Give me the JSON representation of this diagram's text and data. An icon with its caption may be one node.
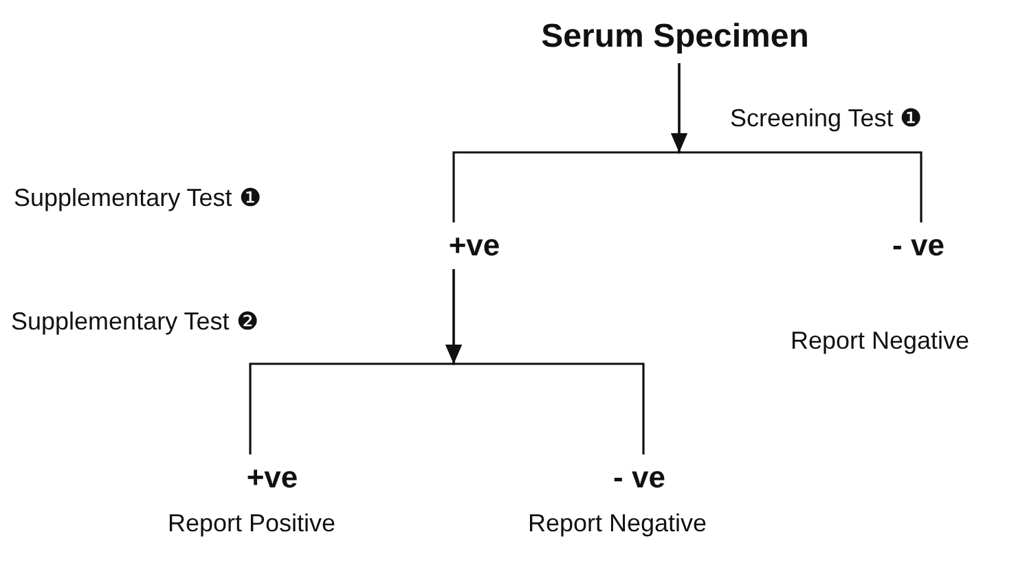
{
  "diagram": {
    "nodes": [
      {
        "text": [
          "Serum Specimen"
        ]
      },
      {
        "text": [
          "+ve"
        ]
      },
      {
        "text": [
          "- ve"
        ],
        "beside": [
          "Report Negative"
        ]
      },
      {
        "text": [
          "+ve"
        ],
        "beside": [
          "Report Positive"
        ]
      },
      {
        "text": [
          "- ve"
        ],
        "beside": [
          "Report Negative"
        ]
      }
    ],
    "edges": [
      {
        "from": 0,
        "to": 1,
        "arrow": "to"
      },
      {
        "from": 0,
        "to": 2,
        "arrow": "to"
      },
      {
        "from": 1,
        "to": 3,
        "arrow": "to"
      },
      {
        "from": 1,
        "to": 4,
        "arrow": "to"
      }
    ],
    "labels": [
      "Screening Test ❶",
      "Supplementary Test ❶",
      "Supplementary Test ❷"
    ]
  }
}
